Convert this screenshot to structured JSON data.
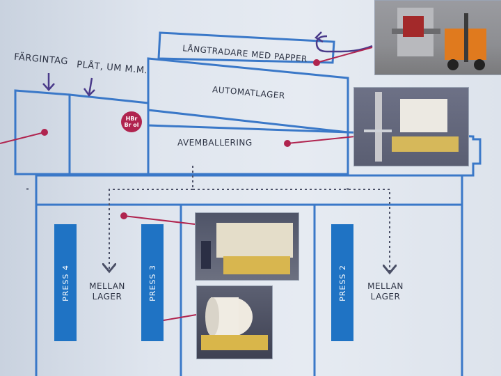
{
  "labels": {
    "fargintag": "FÄRGINTAG",
    "plat": "PLÅT, UM M.M.",
    "langtradare": "LÅNGTRADARE MED PAPPER",
    "automatlager": "AUTOMATLAGER",
    "avemballering": "AVEMBALLERING",
    "badge_line1": "HBr",
    "badge_line2": "Br ol"
  },
  "presses": [
    {
      "label": "PRESS 4"
    },
    {
      "label": "PRESS 3"
    },
    {
      "label": "PRESS 2"
    }
  ],
  "mellanlager": [
    {
      "line1": "MELLAN",
      "line2": "LAGER"
    },
    {
      "line1": "MELLAN",
      "line2": "LAGER"
    }
  ],
  "colors": {
    "outline": "#3a78c8",
    "press": "#1f73c4",
    "pin": "#b0244f",
    "dash": "#4a4f66",
    "arrow": "#4a3a8a"
  }
}
